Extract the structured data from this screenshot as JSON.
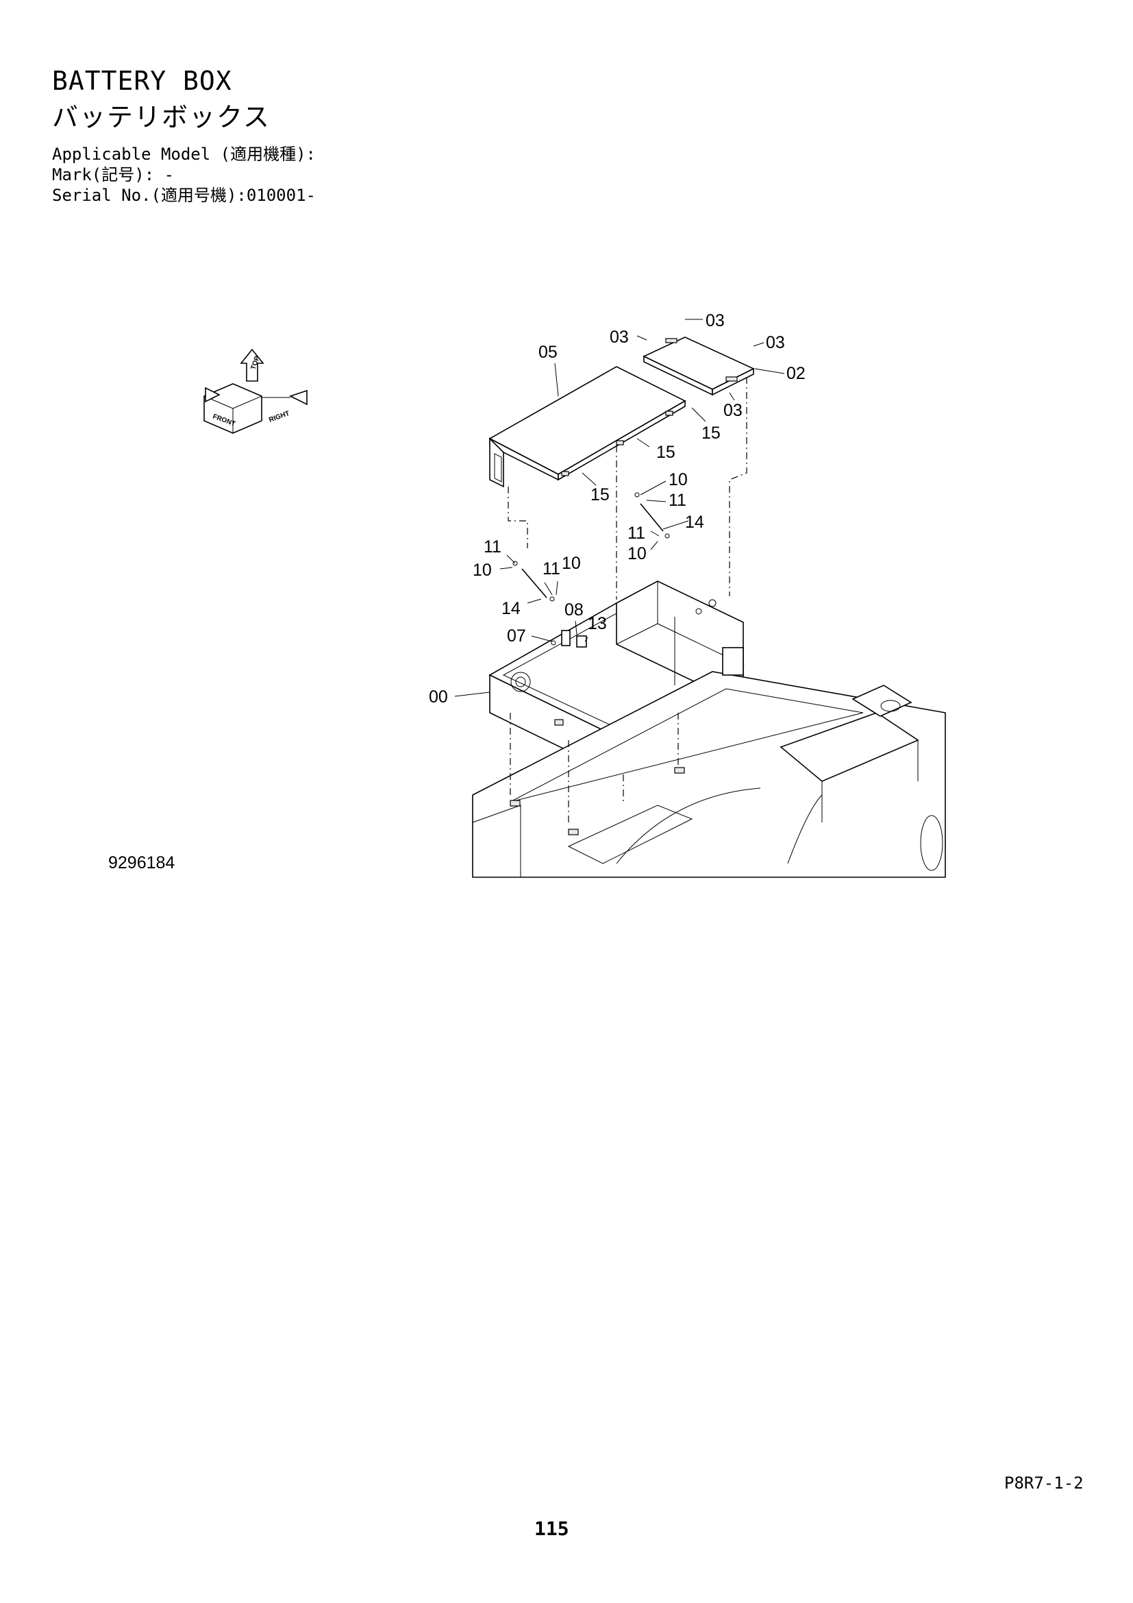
{
  "header": {
    "title_en": "BATTERY BOX",
    "title_ja": "バッテリボックス",
    "applicable_model": "Applicable Model (適用機種):",
    "mark": "Mark(記号): -",
    "serial_no": "Serial No.(適用号機):010001-"
  },
  "orientation_symbol": {
    "labels": [
      "FRONT",
      "RIGHT",
      "TOP"
    ]
  },
  "callouts": {
    "c03a": "03",
    "c03b": "03",
    "c03c": "03",
    "c03d": "03",
    "c02": "02",
    "c05": "05",
    "c15a": "15",
    "c15b": "15",
    "c15c": "15",
    "c10a": "10",
    "c11a": "11",
    "c14a": "14",
    "c11b": "11",
    "c10b": "10",
    "c11c": "11",
    "c10c": "10",
    "c11d": "11",
    "c10d": "10",
    "c14b": "14",
    "c08": "08",
    "c13": "13",
    "c07": "07",
    "c00": "00"
  },
  "footer": {
    "drawing_number": "9296184",
    "page_reference": "P8R7-1-2",
    "page_number": "115"
  }
}
